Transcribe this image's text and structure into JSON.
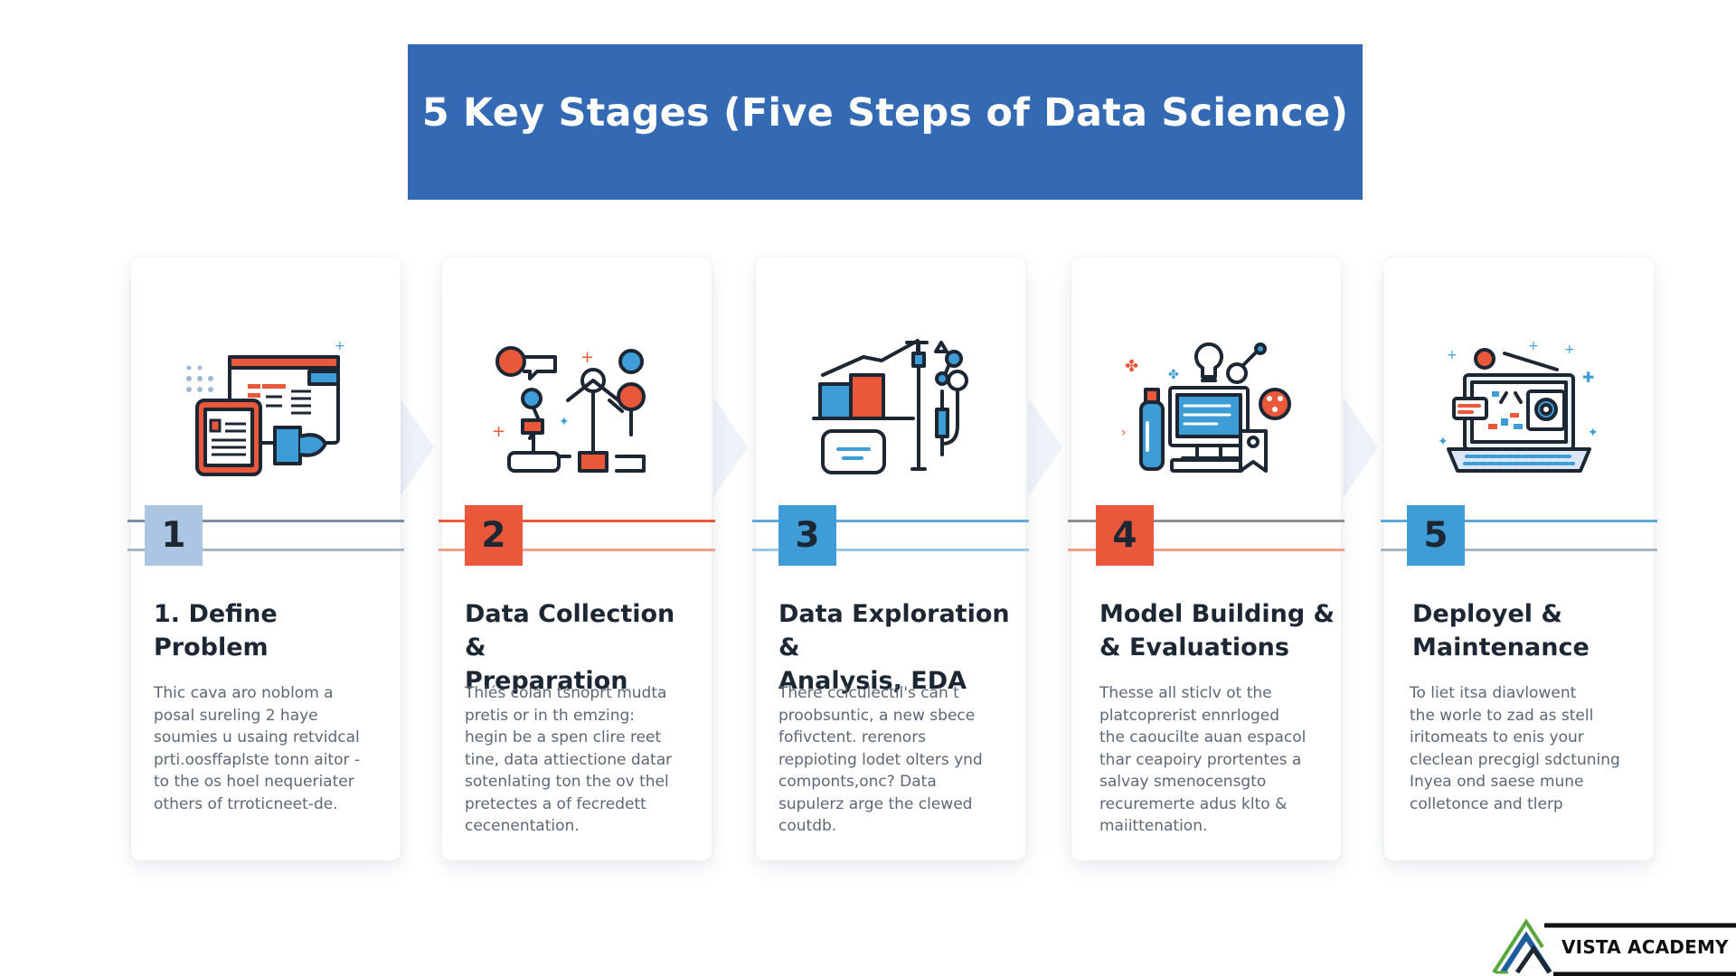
{
  "title": "5 Key Stages (Five Steps of Data Science)",
  "colors": {
    "banner": "#336ab3",
    "stage1_box": "#aac6e2",
    "stage2_box": "#e9583a",
    "stage3_box": "#3e9cd6",
    "stage4_box": "#e9583a",
    "stage5_box": "#3e9cd6"
  },
  "stages": [
    {
      "number": "1",
      "title": "1. Define\nProblem",
      "text": "Thic cava aro noblom a\nposal sureling 2 haye\nsoumies u usaing retvidcal\nprti.oosffaplste tonn aitor -\nto the os hoel nequeriater\nothers of trroticneet-de.",
      "icon": "dashboard-screens-icon"
    },
    {
      "number": "2",
      "title": "Data Collection &\nPreparation",
      "text": "Thiés colan tsnoprt mudta\npretis or in th emzing:\nhegin be a spen clire reet\ntine, data attiectione datar\nsotenlating ton the ov thel\npretectes a of fecredett\ncecenentation.",
      "icon": "lab-equipment-icon"
    },
    {
      "number": "3",
      "title": "Data Exploration &\nAnalysis, EDA",
      "text": "There cclculectil's can t\nproobsuntic, a new sbece\nfofivctent. rerenors\nreppioting lodet olters ynd\ncomponts,onc? Data\nsupulerz arge the clewed\ncoutdb.",
      "icon": "analysis-chart-icon"
    },
    {
      "number": "4",
      "title": "Model Building &\n& Evaluations",
      "text": "Thesse all sticlv ot the\nplatcoprerist ennrloged\nthe caoucilte auan espacol\nthar ceapoiry prortentes a\nsalvay smenocensgto\nrecuremerte adus klto &\nmaiittenation.",
      "icon": "model-computer-icon"
    },
    {
      "number": "5",
      "title": "Deployel &\nMaintenance",
      "text": "To liet itsa diavlowent\nthe worle to zad as stell\niritomeats to enis your\ncleclean precgigl sdctuning\nInyea ond saese mune\ncolletonce and tlerp",
      "icon": "laptop-deploy-icon"
    }
  ],
  "logo": {
    "text": "VISTA ACADEMY"
  }
}
